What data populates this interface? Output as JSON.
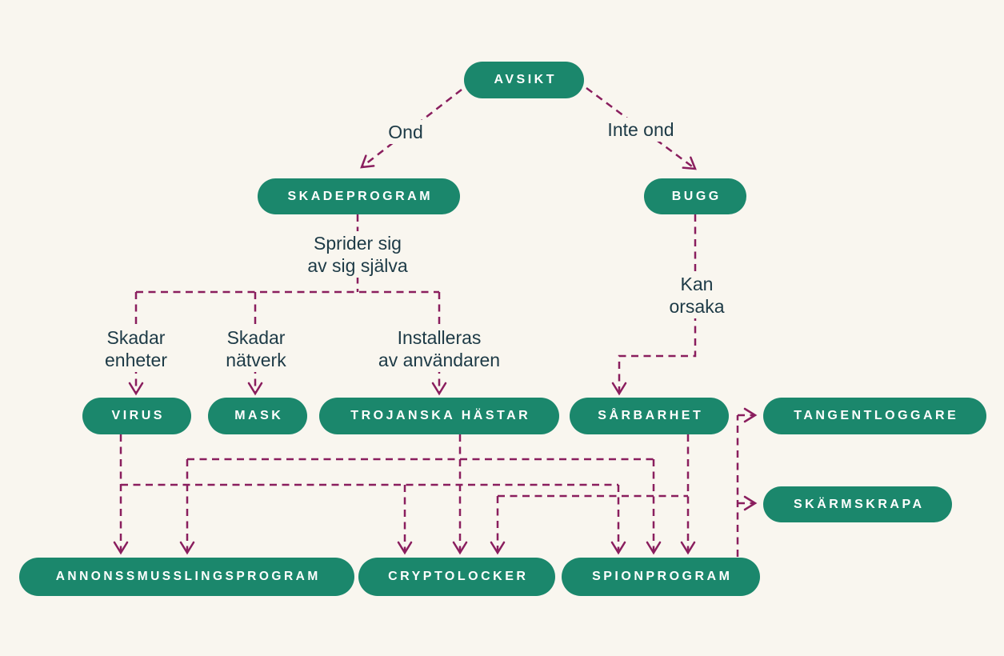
{
  "diagram_title": "Malware classification flowchart (Swedish)",
  "colors": {
    "background": "#f9f6ef",
    "node": "#1b876c",
    "node_text": "#ffffff",
    "line": "#8a1e5e",
    "label_text": "#1d3a46"
  },
  "nodes": [
    {
      "id": "avsikt",
      "label": "AVSIKT"
    },
    {
      "id": "skadeprogram",
      "label": "SKADEPROGRAM"
    },
    {
      "id": "bugg",
      "label": "BUGG"
    },
    {
      "id": "virus",
      "label": "VIRUS"
    },
    {
      "id": "mask",
      "label": "MASK"
    },
    {
      "id": "trojanska-hastar",
      "label": "TROJANSKA HÄSTAR"
    },
    {
      "id": "sarbarhet",
      "label": "SÅRBARHET"
    },
    {
      "id": "tangentloggare",
      "label": "TANGENTLOGGARE"
    },
    {
      "id": "skarmskrapa",
      "label": "SKÄRMSKRAPA"
    },
    {
      "id": "annonssmusslingsprogram",
      "label": "ANNONSSMUSSLINGSPROGRAM"
    },
    {
      "id": "cryptolocker",
      "label": "CRYPTOLOCKER"
    },
    {
      "id": "spionprogram",
      "label": "SPIONPROGRAM"
    }
  ],
  "edge_labels": [
    {
      "id": "ond",
      "text": "Ond"
    },
    {
      "id": "inte-ond",
      "text": "Inte ond"
    },
    {
      "id": "sprider-sig",
      "text": "Sprider sig\nav sig själva"
    },
    {
      "id": "skadar-enheter",
      "text": "Skadar\nenheter"
    },
    {
      "id": "skadar-natverk",
      "text": "Skadar\nnätverk"
    },
    {
      "id": "installeras",
      "text": "Installeras\nav användaren"
    },
    {
      "id": "kan-orsaka",
      "text": "Kan\norsaka"
    }
  ],
  "edges": [
    {
      "from": "AVSIKT",
      "to": "SKADEPROGRAM",
      "label": "Ond"
    },
    {
      "from": "AVSIKT",
      "to": "BUGG",
      "label": "Inte ond"
    },
    {
      "from": "SKADEPROGRAM",
      "to": "VIRUS",
      "label": "Sprider sig av sig själva — Skadar enheter"
    },
    {
      "from": "SKADEPROGRAM",
      "to": "MASK",
      "label": "Sprider sig av sig själva — Skadar nätverk"
    },
    {
      "from": "SKADEPROGRAM",
      "to": "TROJANSKA HÄSTAR",
      "label": "Sprider sig av sig själva — Installeras av användaren"
    },
    {
      "from": "BUGG",
      "to": "SÅRBARHET",
      "label": "Kan orsaka"
    },
    {
      "from": "VIRUS",
      "to": "ANNONSSMUSSLINGSPROGRAM",
      "label": ""
    },
    {
      "from": "VIRUS",
      "to": "CRYPTOLOCKER",
      "label": ""
    },
    {
      "from": "VIRUS",
      "to": "SPIONPROGRAM",
      "label": ""
    },
    {
      "from": "TROJANSKA HÄSTAR",
      "to": "ANNONSSMUSSLINGSPROGRAM",
      "label": ""
    },
    {
      "from": "TROJANSKA HÄSTAR",
      "to": "CRYPTOLOCKER",
      "label": ""
    },
    {
      "from": "TROJANSKA HÄSTAR",
      "to": "SPIONPROGRAM",
      "label": ""
    },
    {
      "from": "SÅRBARHET",
      "to": "CRYPTOLOCKER",
      "label": ""
    },
    {
      "from": "SÅRBARHET",
      "to": "SPIONPROGRAM",
      "label": ""
    },
    {
      "from": "SPIONPROGRAM",
      "to": "TANGENTLOGGARE",
      "label": ""
    },
    {
      "from": "SPIONPROGRAM",
      "to": "SKÄRMSKRAPA",
      "label": ""
    }
  ]
}
